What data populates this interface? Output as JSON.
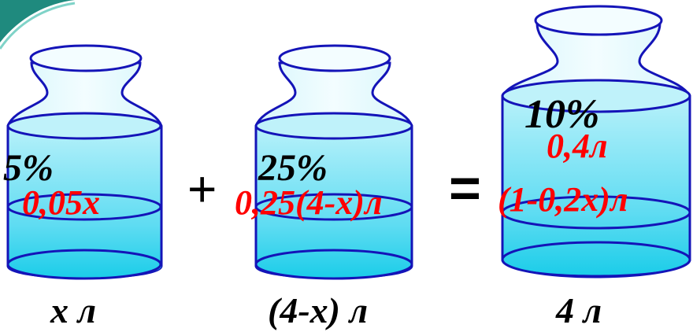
{
  "jars": [
    {
      "percent": "5%",
      "solute": "0,05x",
      "volume": "x л"
    },
    {
      "percent": "25%",
      "solute": "0,25(4-x)л",
      "volume": "(4-x) л"
    },
    {
      "percent": "10%",
      "solute_top": "0,4л",
      "solute_bottom": "(1-0,2x)л",
      "volume": "4 л"
    }
  ],
  "operators": {
    "plus": "+",
    "equals": "="
  },
  "colors": {
    "frame_teal": "#1f8a7e",
    "jar_outline": "#1414b8",
    "glass": "#e7f9fc",
    "liquid_top": "#b8f1fa",
    "liquid_bottom": "#22d0ee",
    "percent_text": "#000000",
    "expression_text": "#ff0000"
  }
}
